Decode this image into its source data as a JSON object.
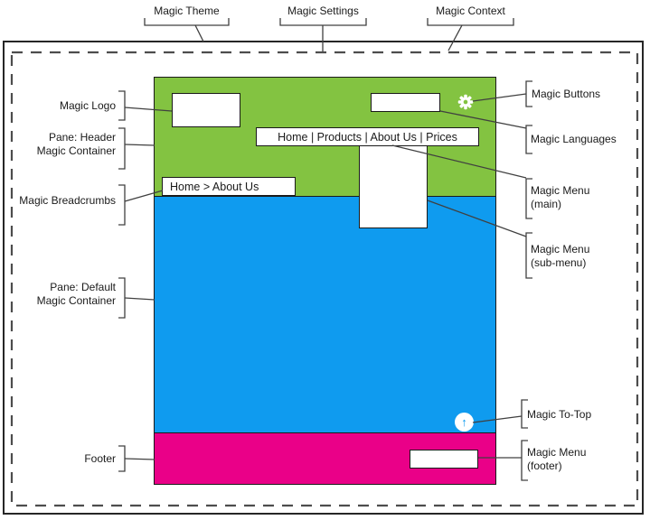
{
  "callouts": {
    "theme": "Magic Theme",
    "settings": "Magic Settings",
    "context": "Magic Context",
    "logo": "Magic Logo",
    "pane_header": [
      "Pane: Header",
      "Magic Container"
    ],
    "breadcrumbs": "Magic Breadcrumbs",
    "pane_default": [
      "Pane: Default",
      "Magic Container"
    ],
    "footer": "Footer",
    "buttons": "Magic Buttons",
    "languages": "Magic Languages",
    "menu_main": [
      "Magic Menu",
      "(main)"
    ],
    "menu_sub": [
      "Magic Menu",
      "(sub-menu)"
    ],
    "to_top": "Magic To-Top",
    "menu_footer": [
      "Magic Menu",
      "(footer)"
    ]
  },
  "page": {
    "main_menu_text": "Home | Products | About Us | Prices",
    "breadcrumbs_text": "Home > About Us",
    "to_top_arrow": "↑",
    "icons": {
      "settings_gear": "gear-icon",
      "to_top": "up-arrow-icon"
    },
    "colors": {
      "header_green": "#83C341",
      "content_blue": "#0F9BEF",
      "footer_pink": "#EA0088",
      "line": "#404040"
    }
  }
}
